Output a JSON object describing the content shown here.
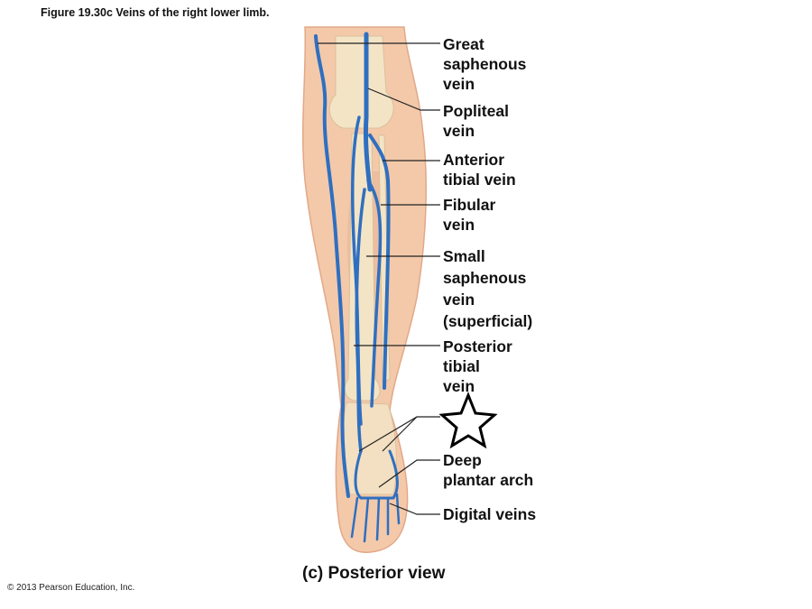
{
  "figure_title": "Figure 19.30c  Veins of the right lower limb.",
  "labels": {
    "great_saphenous": [
      "Great",
      "saphenous",
      "vein"
    ],
    "popliteal": [
      "Popliteal",
      "vein"
    ],
    "anterior_tibial": [
      "Anterior",
      "tibial vein"
    ],
    "fibular": [
      "Fibular",
      "vein"
    ],
    "small_saphenous": [
      "Small",
      "saphenous",
      "vein",
      "(superficial)"
    ],
    "posterior_tibial": [
      "Posterior",
      "tibial",
      "vein"
    ],
    "deep_plantar_arch": [
      "Deep",
      "plantar arch"
    ],
    "digital_veins": [
      "Digital veins"
    ]
  },
  "caption": "(c) Posterior view",
  "copyright": "© 2013 Pearson Education, Inc.",
  "colors": {
    "skin": "#f3c9aa",
    "skin_edge": "#e2a888",
    "bone": "#f4e4c6",
    "vein": "#2f6fc0",
    "leader": "#222222"
  }
}
